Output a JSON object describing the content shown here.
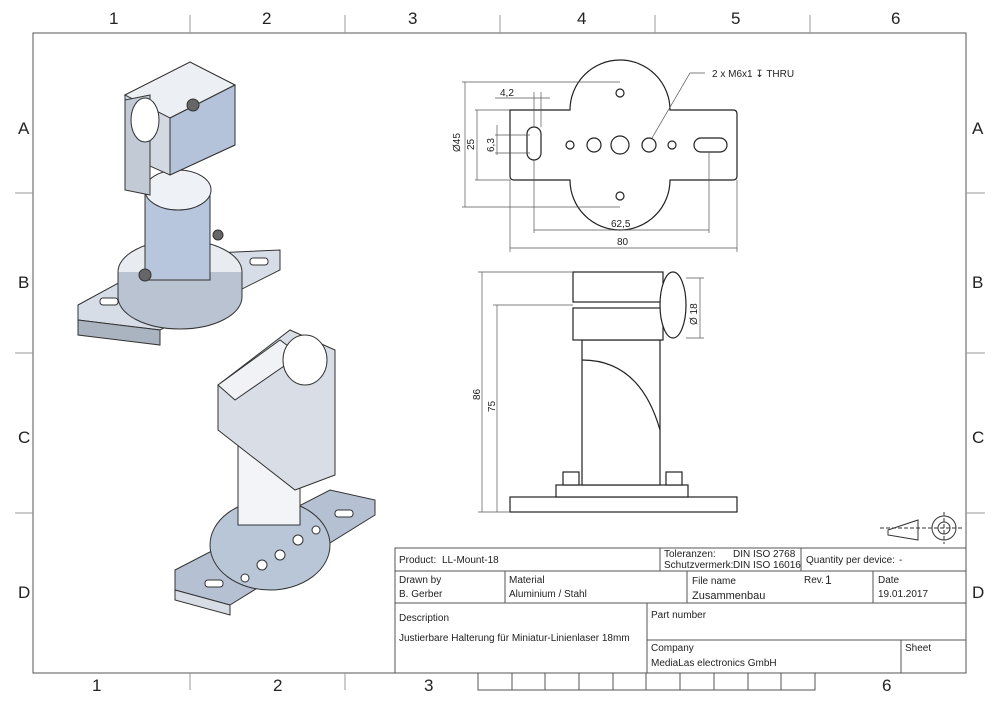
{
  "zones": {
    "columns_top": [
      "1",
      "2",
      "3",
      "4",
      "5",
      "6"
    ],
    "columns_bottom": [
      "1",
      "2",
      "3",
      "6"
    ],
    "rows": [
      "A",
      "B",
      "C",
      "D"
    ]
  },
  "dimensions": {
    "thread_note": "2 x M6x1 ↧ THRU",
    "d45": "Ø45",
    "h25": "25",
    "slot_width": "6,3",
    "slot_offset": "4,2",
    "hole_spacing": "62,5",
    "length": "80",
    "d18": "Ø 18",
    "h86": "86",
    "h75": "75"
  },
  "title_block": {
    "product_label": "Product:",
    "product_value": "LL-Mount-18",
    "tolerances_label": "Toleranzen:",
    "tolerances_value": "DIN ISO 2768",
    "protection_label": "Schutzvermerk:",
    "protection_value": "DIN ISO 16016",
    "quantity_label": "Quantity per device:",
    "quantity_value": "-",
    "drawn_by_label": "Drawn by",
    "drawn_by_value": "B. Gerber",
    "material_label": "Material",
    "material_value": "Aluminium / Stahl",
    "file_name_label": "File name",
    "file_name_value": "Zusammenbau",
    "rev_label": "Rev.",
    "rev_value": "1",
    "date_label": "Date",
    "date_value": "19.01.2017",
    "description_label": "Description",
    "description_value": "Justierbare Halterung für Miniatur-Linienlaser 18mm",
    "part_number_label": "Part number",
    "company_label": "Company",
    "company_value": "MediaLas electronics GmbH",
    "sheet_label": "Sheet"
  }
}
